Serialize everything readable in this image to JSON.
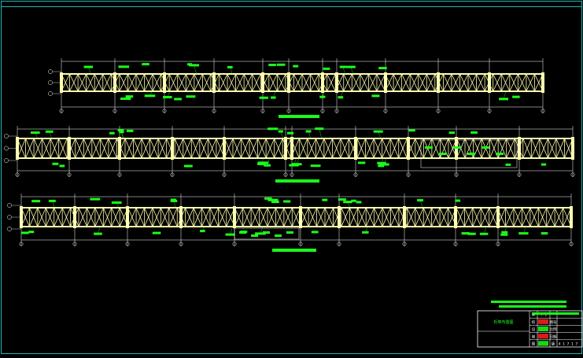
{
  "drawing": {
    "background": "#000000",
    "frame_color": "#1fb5b5",
    "truss_color": "#ffffb0",
    "dim_color": "#ffffff",
    "note_color": "#1aff1a",
    "red_color": "#ff2020"
  },
  "title_block": {
    "drawing_title": "桁架布置图",
    "rows": [
      {
        "c1": "审",
        "c2": "7.1",
        "c3": "",
        "c4": ""
      },
      {
        "c1": "校",
        "c2": "",
        "c3": "图号",
        "c4": ""
      },
      {
        "c1": "设",
        "c2": "",
        "c3": "比例",
        "c4": ""
      },
      {
        "c1": "制",
        "c2": "",
        "c3": "日期",
        "c4": ""
      },
      {
        "c1": "图",
        "c2": "",
        "c3": "版",
        "c4": "4 1 7 1 7"
      }
    ]
  }
}
